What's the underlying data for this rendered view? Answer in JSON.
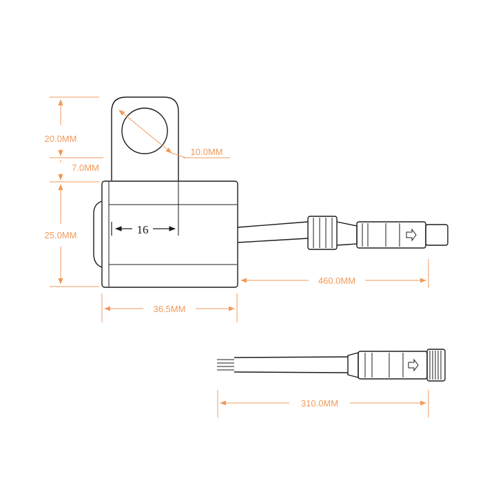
{
  "colors": {
    "dimension": "#F09A5B",
    "ink": "#1a1a1a",
    "background": "#ffffff"
  },
  "dimensions": {
    "mount_height": "20.0MM",
    "hole_diameter": "10.0MM",
    "tab_offset": "7.0MM",
    "body_height": "25.0MM",
    "inner_width": "16",
    "body_length": "36.5MM",
    "cable_length": "460.0MM",
    "extension_length": "310.0MM"
  }
}
